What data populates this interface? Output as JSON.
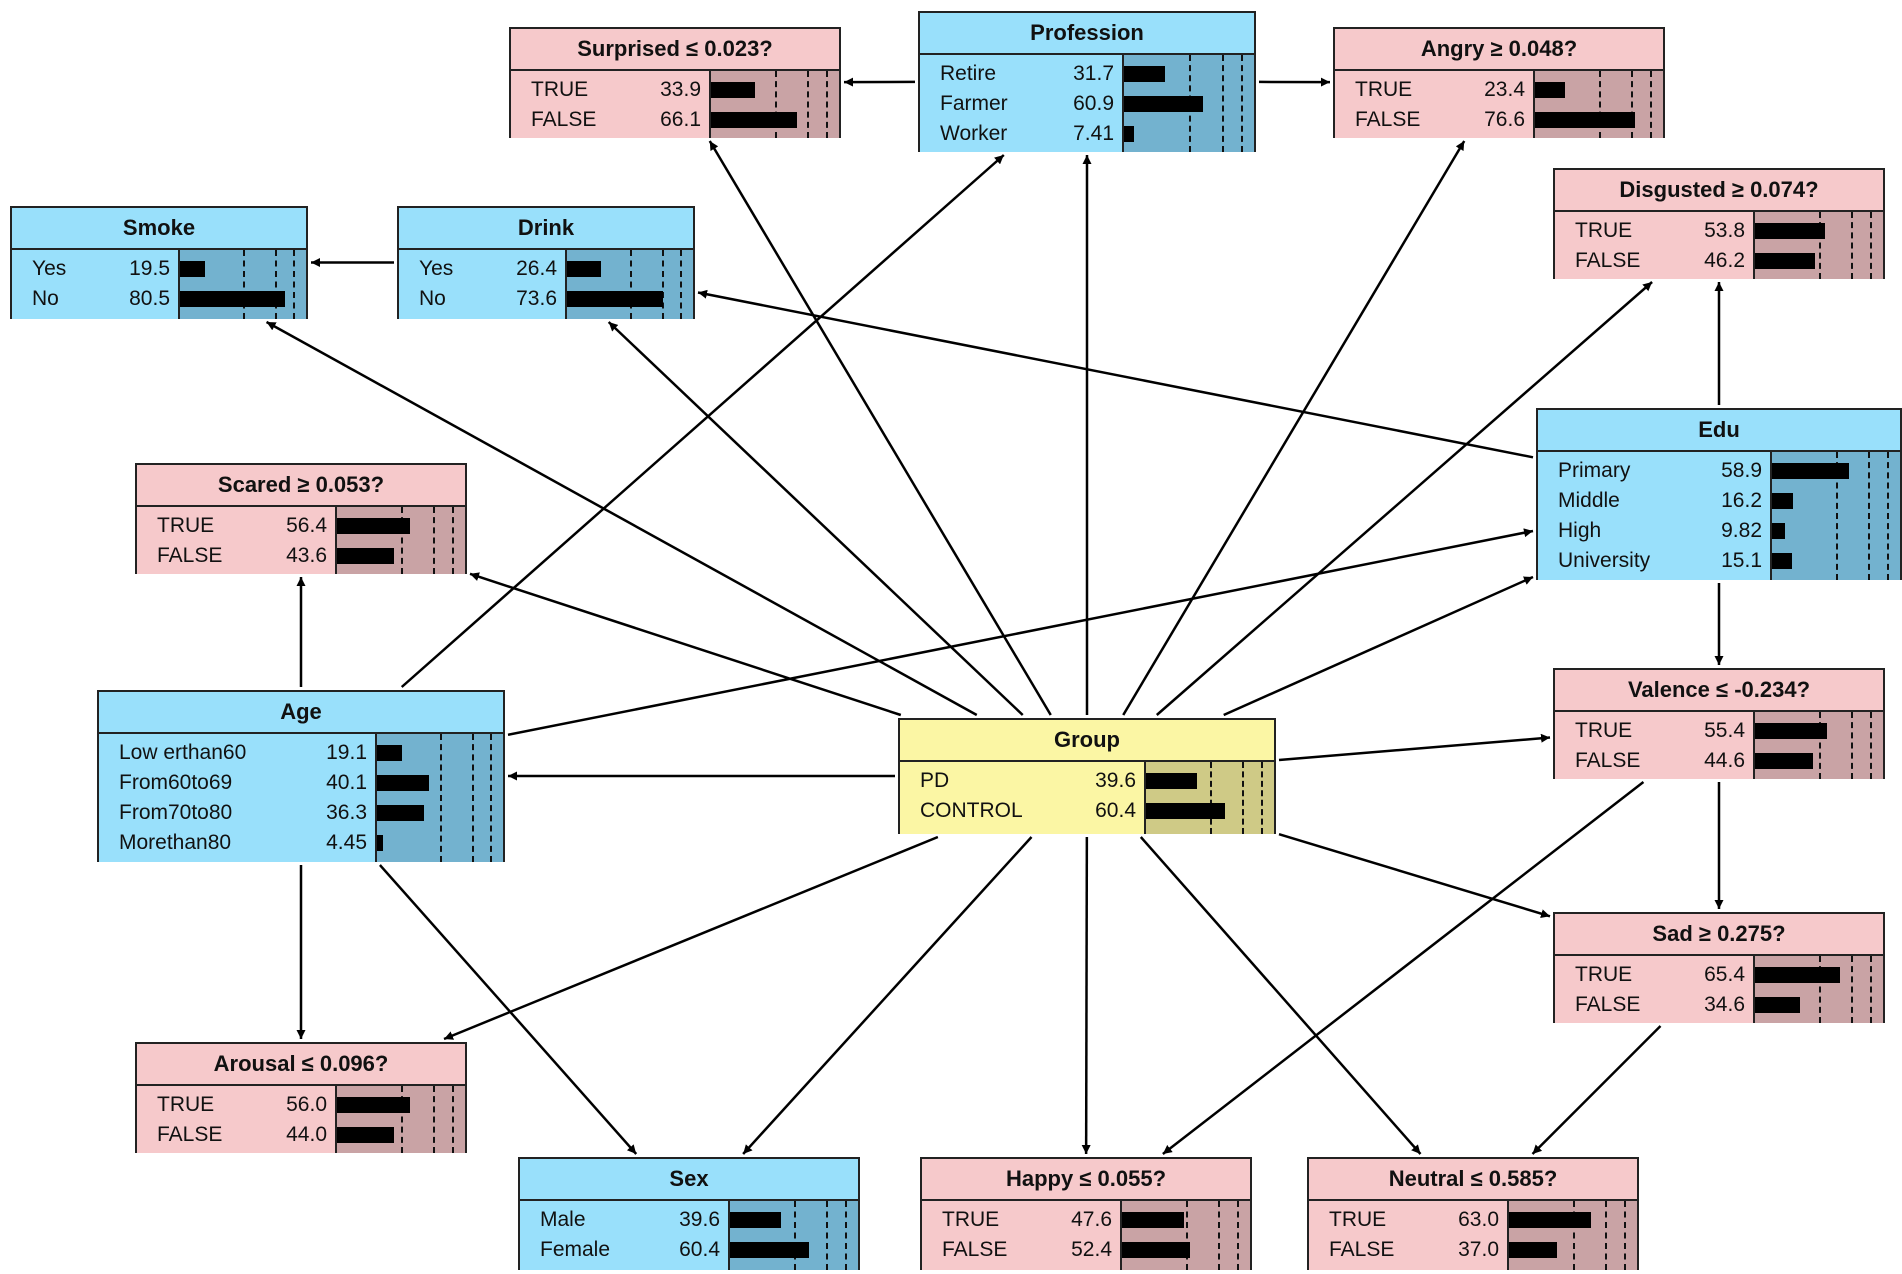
{
  "nodes": [
    {
      "id": "group",
      "title": "Group",
      "color": "yellow",
      "states": [
        {
          "label": "PD",
          "value": "39.6"
        },
        {
          "label": "CONTROL",
          "value": "60.4"
        }
      ]
    },
    {
      "id": "profession",
      "title": "Profession",
      "color": "blue",
      "states": [
        {
          "label": "Retire",
          "value": "31.7"
        },
        {
          "label": "Farmer",
          "value": "60.9"
        },
        {
          "label": "Worker",
          "value": "7.41"
        }
      ]
    },
    {
      "id": "surprised",
      "title": "Surprised ≤ 0.023?",
      "color": "pink",
      "states": [
        {
          "label": "TRUE",
          "value": "33.9"
        },
        {
          "label": "FALSE",
          "value": "66.1"
        }
      ]
    },
    {
      "id": "angry",
      "title": "Angry ≥ 0.048?",
      "color": "pink",
      "states": [
        {
          "label": "TRUE",
          "value": "23.4"
        },
        {
          "label": "FALSE",
          "value": "76.6"
        }
      ]
    },
    {
      "id": "smoke",
      "title": "Smoke",
      "color": "blue",
      "states": [
        {
          "label": "Yes",
          "value": "19.5"
        },
        {
          "label": "No",
          "value": "80.5"
        }
      ]
    },
    {
      "id": "drink",
      "title": "Drink",
      "color": "blue",
      "states": [
        {
          "label": "Yes",
          "value": "26.4"
        },
        {
          "label": "No",
          "value": "73.6"
        }
      ]
    },
    {
      "id": "disgusted",
      "title": "Disgusted ≥ 0.074?",
      "color": "pink",
      "states": [
        {
          "label": "TRUE",
          "value": "53.8"
        },
        {
          "label": "FALSE",
          "value": "46.2"
        }
      ]
    },
    {
      "id": "edu",
      "title": "Edu",
      "color": "blue",
      "states": [
        {
          "label": "Primary",
          "value": "58.9"
        },
        {
          "label": "Middle",
          "value": "16.2"
        },
        {
          "label": "High",
          "value": "9.82"
        },
        {
          "label": "University",
          "value": "15.1"
        }
      ]
    },
    {
      "id": "scared",
      "title": "Scared ≥ 0.053?",
      "color": "pink",
      "states": [
        {
          "label": "TRUE",
          "value": "56.4"
        },
        {
          "label": "FALSE",
          "value": "43.6"
        }
      ]
    },
    {
      "id": "age",
      "title": "Age",
      "color": "blue",
      "states": [
        {
          "label": "Low erthan60",
          "value": "19.1"
        },
        {
          "label": "From60to69",
          "value": "40.1"
        },
        {
          "label": "From70to80",
          "value": "36.3"
        },
        {
          "label": "Morethan80",
          "value": "4.45"
        }
      ]
    },
    {
      "id": "valence",
      "title": "Valence ≤ -0.234?",
      "color": "pink",
      "states": [
        {
          "label": "TRUE",
          "value": "55.4"
        },
        {
          "label": "FALSE",
          "value": "44.6"
        }
      ]
    },
    {
      "id": "sad",
      "title": "Sad ≥ 0.275?",
      "color": "pink",
      "states": [
        {
          "label": "TRUE",
          "value": "65.4"
        },
        {
          "label": "FALSE",
          "value": "34.6"
        }
      ]
    },
    {
      "id": "arousal",
      "title": "Arousal ≤ 0.096?",
      "color": "pink",
      "states": [
        {
          "label": "TRUE",
          "value": "56.0"
        },
        {
          "label": "FALSE",
          "value": "44.0"
        }
      ]
    },
    {
      "id": "sex",
      "title": "Sex",
      "color": "blue",
      "states": [
        {
          "label": "Male",
          "value": "39.6"
        },
        {
          "label": "Female",
          "value": "60.4"
        }
      ]
    },
    {
      "id": "happy",
      "title": "Happy ≤ 0.055?",
      "color": "pink",
      "states": [
        {
          "label": "TRUE",
          "value": "47.6"
        },
        {
          "label": "FALSE",
          "value": "52.4"
        }
      ]
    },
    {
      "id": "neutral",
      "title": "Neutral ≤ 0.585?",
      "color": "pink",
      "states": [
        {
          "label": "TRUE",
          "value": "63.0"
        },
        {
          "label": "FALSE",
          "value": "37.0"
        }
      ]
    }
  ],
  "edges": [
    [
      "group",
      "age"
    ],
    [
      "group",
      "scared"
    ],
    [
      "group",
      "smoke"
    ],
    [
      "group",
      "drink"
    ],
    [
      "group",
      "surprised"
    ],
    [
      "group",
      "profession"
    ],
    [
      "group",
      "angry"
    ],
    [
      "group",
      "disgusted"
    ],
    [
      "group",
      "edu"
    ],
    [
      "group",
      "valence"
    ],
    [
      "group",
      "sad"
    ],
    [
      "group",
      "neutral"
    ],
    [
      "group",
      "happy"
    ],
    [
      "group",
      "sex"
    ],
    [
      "group",
      "arousal"
    ],
    [
      "age",
      "scared"
    ],
    [
      "age",
      "arousal"
    ],
    [
      "age",
      "sex"
    ],
    [
      "age",
      "profession"
    ],
    [
      "age",
      "edu"
    ],
    [
      "profession",
      "surprised"
    ],
    [
      "profession",
      "angry"
    ],
    [
      "drink",
      "smoke"
    ],
    [
      "edu",
      "drink"
    ],
    [
      "edu",
      "disgusted"
    ],
    [
      "edu",
      "valence"
    ],
    [
      "valence",
      "sad"
    ],
    [
      "valence",
      "happy"
    ],
    [
      "sad",
      "neutral"
    ]
  ]
}
